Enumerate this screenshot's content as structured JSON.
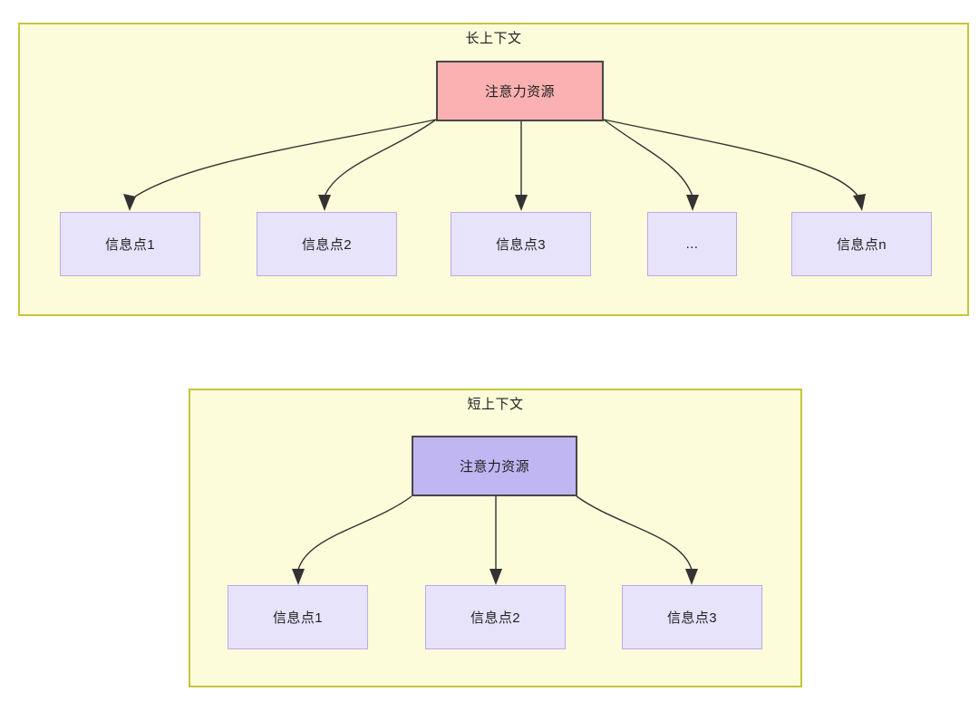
{
  "diagram": {
    "type": "flow-diagram",
    "panels": [
      {
        "id": "long-context",
        "title": "长上下文",
        "root": {
          "label": "注意力资源",
          "fill": "#fbb1b1",
          "border": "#474747"
        },
        "leaves": [
          {
            "label": "信息点1"
          },
          {
            "label": "信息点2"
          },
          {
            "label": "信息点3"
          },
          {
            "label": "..."
          },
          {
            "label": "信息点n"
          }
        ],
        "panel_fill": "#fcfcdb",
        "panel_border": "#c5c53c",
        "leaf_fill": "#e7e3fb",
        "leaf_border": "#bda8e8"
      },
      {
        "id": "short-context",
        "title": "短上下文",
        "root": {
          "label": "注意力资源",
          "fill": "#bfb6f2",
          "border": "#474747"
        },
        "leaves": [
          {
            "label": "信息点1"
          },
          {
            "label": "信息点2"
          },
          {
            "label": "信息点3"
          }
        ],
        "panel_fill": "#fcfcdb",
        "panel_border": "#c5c53c",
        "leaf_fill": "#e7e3fb",
        "leaf_border": "#bda8e8"
      }
    ]
  }
}
